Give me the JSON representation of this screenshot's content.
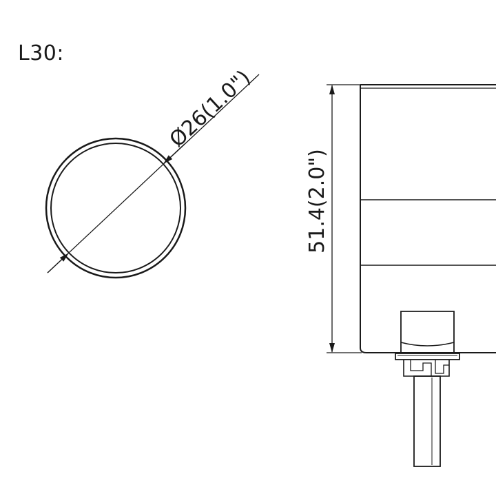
{
  "model_label": "L30:",
  "dimensions": {
    "diameter": "Ø26(1.0\")",
    "height": "51.4(2.0\")"
  }
}
